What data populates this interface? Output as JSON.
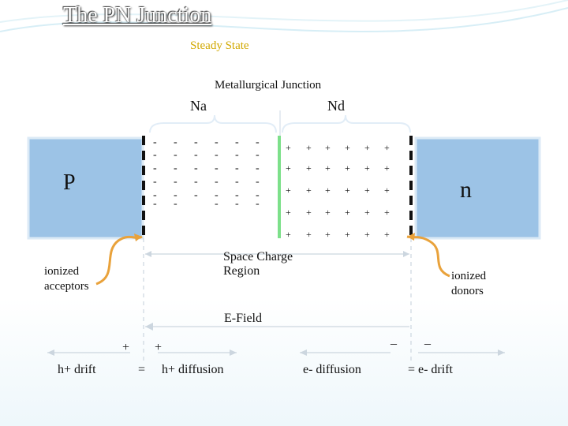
{
  "title": "The PN Junction",
  "subtitle": "Steady State",
  "labels": {
    "metallurgical": "Metallurgical Junction",
    "na": "Na",
    "nd": "Nd",
    "p": "P",
    "n": "n",
    "space_charge_1": "Space Charge",
    "space_charge_2": "Region",
    "ionized_acceptors_1": "ionized",
    "ionized_acceptors_2": "acceptors",
    "ionized_donors_1": "ionized",
    "ionized_donors_2": "donors",
    "efield": "E-Field",
    "h_drift": "h+ drift",
    "h_diffusion": "h+ diffusion",
    "e_diffusion": "e- diffusion",
    "e_drift": "e- drift",
    "plus": "+",
    "minus": "_",
    "equals": "="
  },
  "colors": {
    "region_fill": "#9cc3e6",
    "region_border": "#dbeaf6",
    "junction_line": "#7de08a",
    "wave": "#e9a23b"
  }
}
